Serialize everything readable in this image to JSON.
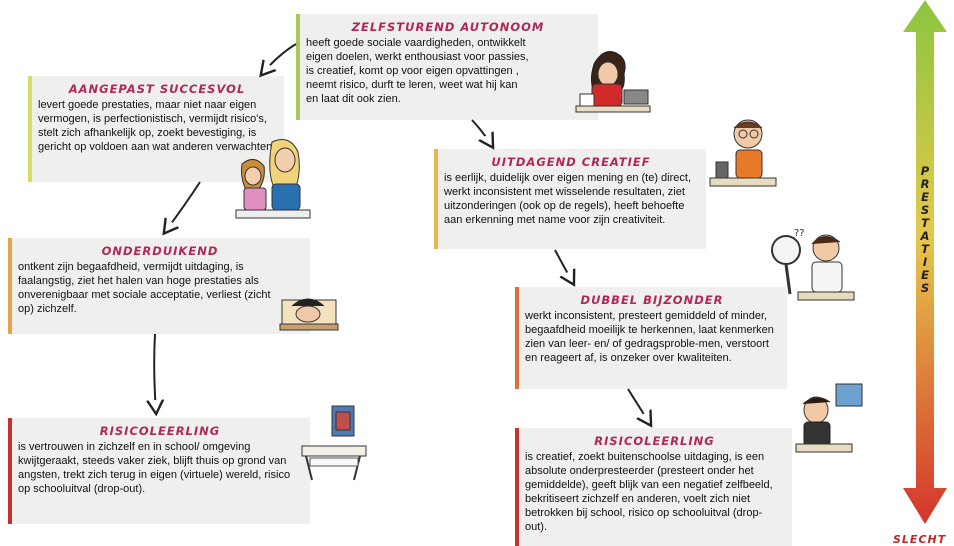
{
  "cards": [
    {
      "title": "ZELFSTUREND AUTONOOM",
      "text": "heeft goede sociale vaardigheden, ontwikkelt eigen doelen, werkt enthousiast voor passies, is creatief, komt op voor eigen opvattingen , neemt risico, durft te leren, weet wat hij kan en laat dit ook zien.",
      "accent": "#a9c65a"
    },
    {
      "title": "AANGEPAST SUCCESVOL",
      "text": "levert goede prestaties, maar niet naar eigen vermogen, is perfectionistisch, vermijdt risico's, stelt zich afhankelijk op, zoekt bevestiging, is gericht op voldoen aan wat anderen verwachten.",
      "accent": "#d6dd63"
    },
    {
      "title": "UITDAGEND CREATIEF",
      "text": "is eerlijk, duidelijk over eigen mening en (te) direct, werkt inconsistent met wisselende resultaten, ziet uitzonderingen (ook op de regels), heeft behoefte aan erkenning met name voor zijn creativiteit.",
      "accent": "#e7b84a"
    },
    {
      "title": "ONDERDUIKEND",
      "text": "ontkent zijn begaafdheid, vermijdt uitdaging, is faalangstig, ziet het halen van hoge prestaties als onverenigbaar met sociale acceptatie, verliest (zicht op) zichzelf.",
      "accent": "#e8a44a"
    },
    {
      "title": "DUBBEL BIJZONDER",
      "text": "werkt inconsistent, presteert gemiddeld of minder, begaafdheid moeilijk te herkennen, laat kenmerken zien van leer- en/ of gedragsproble-men, verstoort en reageert af, is onzeker over kwaliteiten.",
      "accent": "#d9703e"
    },
    {
      "title": "RISICOLEERLING",
      "text": "is vertrouwen in zichzelf en in school/ omgeving kwijtgeraakt, steeds vaker ziek, blijft thuis op grond van angsten, trekt zich terug in eigen (virtuele) wereld, risico op schooluitval (drop-out).",
      "accent": "#c2332f"
    },
    {
      "title": "RISICOLEERLING",
      "text": "is creatief, zoekt buitenschoolse uitdaging, is een absolute onderpresteerder (presteert onder het gemiddelde), geeft blijk van een negatief zelfbeeld, bekritiseert zichzelf en anderen, voelt zich niet betrokken bij school, risico op schooluitval (drop-out).",
      "accent": "#c2332f"
    }
  ],
  "scale": {
    "label_letters": [
      "P",
      "R",
      "E",
      "S",
      "T",
      "A",
      "T",
      "I",
      "E",
      "S"
    ],
    "bottom_label": "SLECHT",
    "top_color": "#8cc63f",
    "mid_color": "#e6c84a",
    "bottom_color": "#d4352c"
  },
  "icons": [
    "students-reading-icon",
    "student-laptop-icon",
    "girls-studying-icon",
    "student-thinking-icon",
    "student-hiding-icon",
    "student-magnifier-icon",
    "empty-desk-icon",
    "student-frustrated-icon"
  ]
}
